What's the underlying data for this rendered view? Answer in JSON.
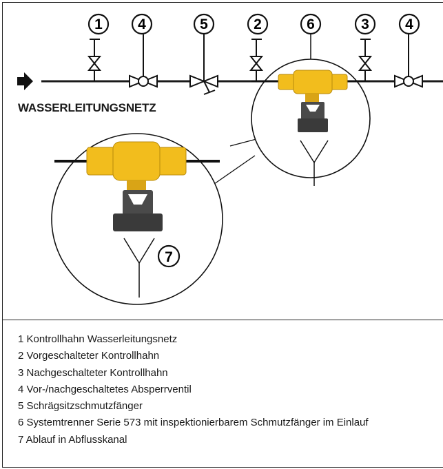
{
  "network_label": "WASSERLEITUNGSNETZ",
  "callouts": [
    "1",
    "4",
    "5",
    "2",
    "6",
    "3",
    "4",
    "7"
  ],
  "legend": [
    "1 Kontrollhahn Wasserleitungsnetz",
    "2 Vorgeschalteter Kontrollhahn",
    "3 Nachgeschalteter Kontrollhahn",
    "4 Vor-/nachgeschaltetes Absperrventil",
    "5 Schrägsitzschmutzfänger",
    "6 Systemtrenner Serie 573 mit inspektionierbarem Schmutzfänger im Einlauf",
    "7 Ablauf in Abflusskanal"
  ],
  "colors": {
    "line": "#1a1a1a",
    "brass": "#f2bd1d",
    "brass_dark": "#b88a0c",
    "body_grey": "#4a4a4a"
  },
  "icons": [
    "flow-arrow-icon",
    "check-valve-icon",
    "shutoff-valve-icon",
    "strainer-icon",
    "backflow-preventer-icon",
    "drain-funnel-icon"
  ]
}
